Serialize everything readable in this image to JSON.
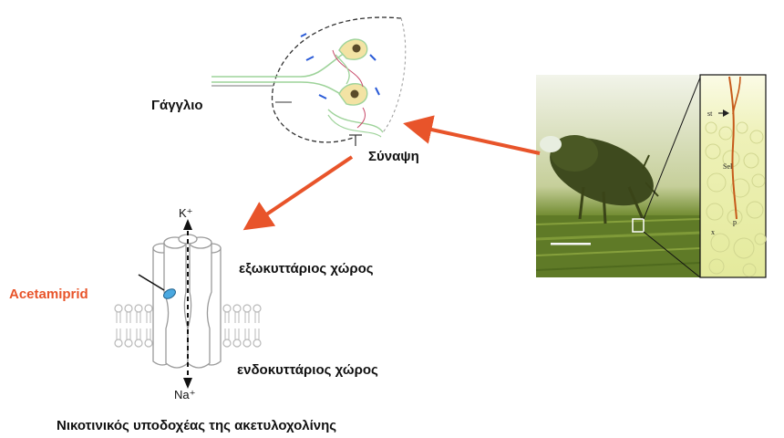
{
  "labels": {
    "ganglion": "Γάγγλιο",
    "synapse": "Σύναψη",
    "extracellular": "εξωκυττάριος χώρος",
    "intracellular": "ενδοκυττάριος χώρος",
    "acetamiprid": "Acetamiprid",
    "caption": "Νικοτινικός υποδοχέας της ακετυλοχολίνης",
    "ion_top": "K⁺",
    "ion_bottom": "Na⁺",
    "micro_st": "st",
    "micro_sel": "Sel",
    "micro_p": "p",
    "micro_x": "x"
  },
  "colors": {
    "arrow": "#e8542a",
    "acetamiprid": "#e8542a",
    "binding_site": "#4aa8e0",
    "neuron_line": "#9ed39a",
    "membrane": "#b8b8b8",
    "photo_bg": "#9aae5a",
    "micro_bg": "#e8efb0"
  }
}
